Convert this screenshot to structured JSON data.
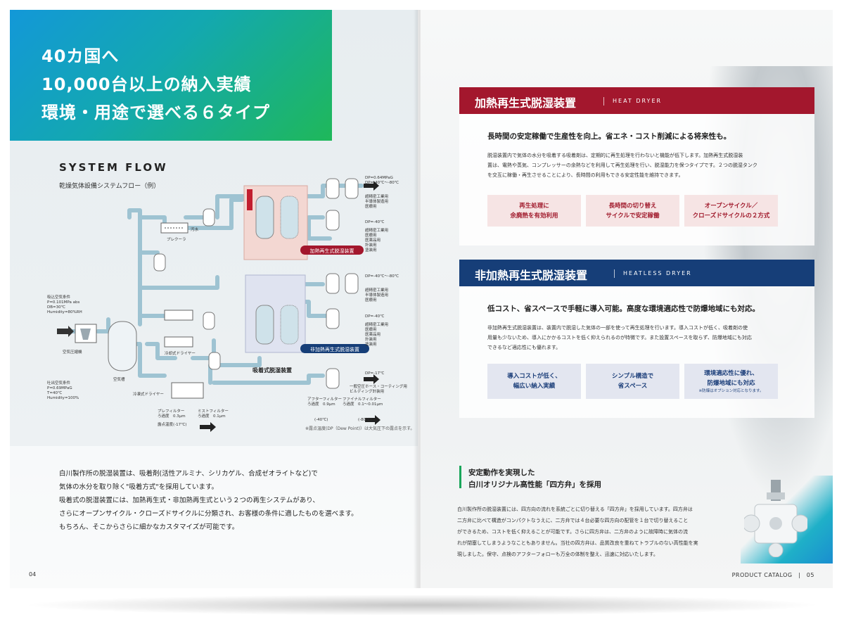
{
  "left_page": {
    "hero": {
      "line1": "40カ国へ",
      "line2": "10,000台以上の納入実績",
      "line3": "環境・用途で選べる６タイプ"
    },
    "system_flow": {
      "title": "SYSTEM FLOW",
      "subtitle": "乾燥気体設備システムフロー（例）",
      "intake_conditions": [
        "吸込空気条件",
        "P=0.101MPa abs",
        "DB=30℃",
        "Humidity=80%RH"
      ],
      "discharge_conditions": [
        "吐出空気条件",
        "P=0.69MPaG",
        "T=40℃",
        "Humidity=100%"
      ],
      "labels": {
        "compressor": "空気圧縮機",
        "tank": "空気槽",
        "precooler": "プレクーラ",
        "drain": "汚水",
        "refrigerated_dryer": "冷凍式ドライヤー",
        "hot_dryer": "冷却式ドライヤー",
        "heat_tag": "加熱再生式脱湿装置",
        "heatless_tag": "非加熱再生式脱湿装置",
        "adsorption": "吸着式脱湿装置",
        "prefilter": [
          "プレフィルター",
          "ろ過度　0.3μm"
        ],
        "mistfilter": [
          "ミストフィルター",
          "ろ過度　0.1μm"
        ],
        "dewpoint": "露点温度(-17℃)",
        "afterfilter": [
          "アフターフィルター",
          "ろ過度　0.9μm"
        ],
        "finalfilter": [
          "ファイナルフィルター",
          "ろ過度　0.1～0.01μm"
        ],
        "temp_40": "(-40℃)",
        "temp_80": "(-80℃)"
      },
      "outlets": [
        {
          "dp": "DP=0.64MPaG",
          "dp2": "DP=-40℃～-80℃",
          "uses": [
            "超精密工業用",
            "半導体製造用",
            "医療用"
          ]
        },
        {
          "dp": "DP=-40℃",
          "dp2": "",
          "uses": [
            "超精密工業用",
            "医療用",
            "医薬品用",
            "計装用",
            "塗装用"
          ]
        },
        {
          "dp": "DP=-40℃～-80℃",
          "dp2": "",
          "uses": [
            "超精密工業用",
            "半導体製造用",
            "医療用"
          ]
        },
        {
          "dp": "DP=-40℃",
          "dp2": "",
          "uses": [
            "超精密工業用",
            "医療用",
            "医薬品用",
            "計装用",
            "塗装用"
          ]
        },
        {
          "dp": "DP=-17℃",
          "dp2": "",
          "uses": [
            "一般空圧ホース・コーティング用",
            "ビルディング計装用"
          ]
        }
      ],
      "footnote": "※露点温度(DP（Dew Point)）は大気圧下の露点を示す。"
    },
    "intro_lines": [
      "白川製作所の脱湿装置は、吸着剤(活性アルミナ、シリカゲル、合成ゼオライトなど)で",
      "気体の水分を取り除く\"吸着方式\"を採用しています。",
      "吸着式の脱湿装置には、加熱再生式・非加熱再生式という２つの再生システムがあり、",
      "さらにオープンサイクル・クローズドサイクルに分類され、お客様の条件に適したものを選べます。",
      "もちろん、そこからさらに細かなカスタマイズが可能です。"
    ],
    "page_number": "04"
  },
  "right_page": {
    "heat_dryer": {
      "title": "加熱再生式脱湿装置",
      "title_en": "HEAT DRYER",
      "lead": "長時間の安定稼働で生産性を向上。省エネ・コスト削減による将来性も。",
      "body": [
        "脱湿装置内で気体の水分を吸着する吸着剤は、定期的に再生処理を行わないと機能が低下します。加熱再生式脱湿装",
        "置は、電熱や蒸気、コンプレッサーの余熱などを利用して再生処理を行い、脱湿能力を保つタイプです。２つの脱湿タンク",
        "を交互に稼働・再生させることにより、長時間の利用もできる安定性能を維持できます。"
      ],
      "features": [
        [
          "再生処理に",
          "余廃熱を有効利用"
        ],
        [
          "長時間の切り替え",
          "サイクルで安定稼働"
        ],
        [
          "オープンサイクル／",
          "クローズドサイクルの２方式"
        ]
      ],
      "color": "#a3172d"
    },
    "heatless_dryer": {
      "title": "非加熱再生式脱湿装置",
      "title_en": "HEATLESS DRYER",
      "lead": "低コスト、省スペースで手軽に導入可能。高度な環境適応性で防爆地域にも対応。",
      "body": [
        "非加熱再生式脱湿装置は、装置内で脱湿した気体の一部を使って再生処理を行います。導入コストが低く、吸着剤の使",
        "用量も少ないため、導入にかかるコストを低く抑えられるのが特徴です。また設置スペースを取らず、防爆地域にも対応",
        "できるなど適応性にも優れます。"
      ],
      "features": [
        [
          "導入コストが低く、",
          "幅広い納入実績"
        ],
        [
          "シンプル構造で",
          "省スペース"
        ],
        [
          "環境適応性に優れ、",
          "防爆地域にも対応"
        ]
      ],
      "feature_note": "※防爆はオプション対応となります。",
      "color": "#163e78"
    },
    "four_way_valve": {
      "title_line1": "安定動作を実現した",
      "title_line2": "白川オリジナル高性能「四方弁」を採用",
      "body": [
        "白川製作所の脱湿装置には、四方向の流れを系統ごとに切り替える「四方弁」を採用しています。四方弁は",
        "二方弁に比べて構造がコンパクトなうえに、二方弁では４台必要な四方向の配管を１台で切り替えること",
        "ができるため、コストを低く抑えることが可能です。さらに四方弁は、二方弁のように故障時に気体の流",
        "れが閉塞してしまうようなこともありません。当社の四方弁は、品質改良を重ねてトラブルのない高性能を実",
        "現しました。保守、点検のアフターフォローも万全の体制を整え、迅速に対応いたします。"
      ],
      "accent": "#1aa65a"
    },
    "page_number": "PRODUCT CATALOG　|　05"
  }
}
